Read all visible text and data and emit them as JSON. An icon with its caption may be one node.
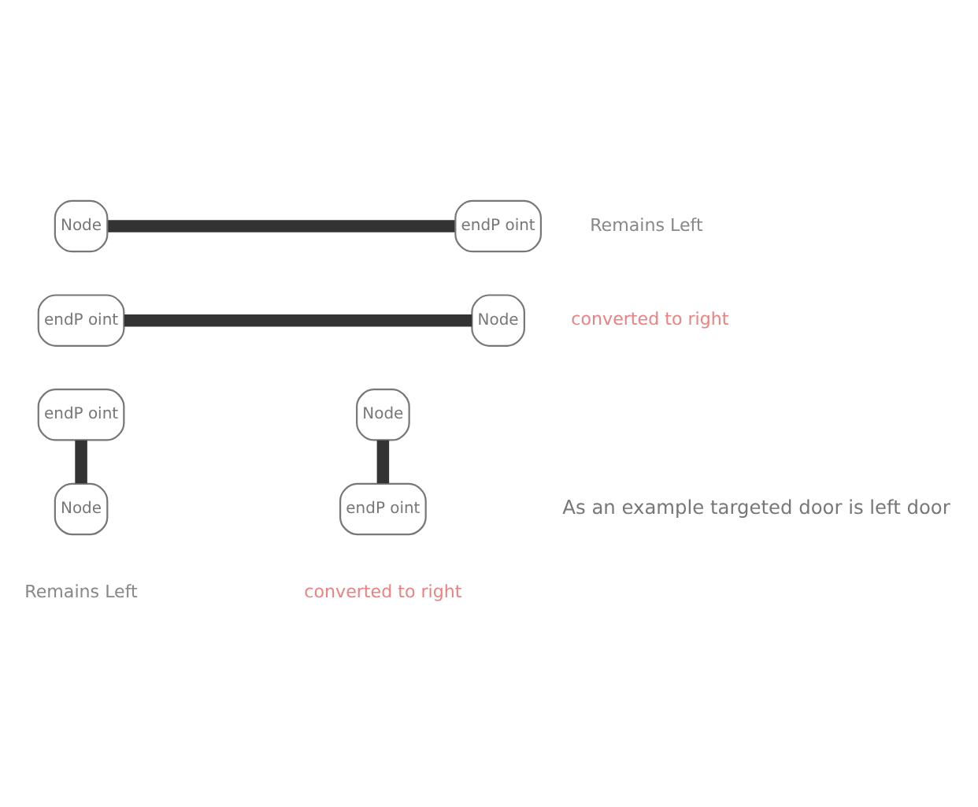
{
  "diagram": {
    "nodes": [
      {
        "text": [
          "Node"
        ]
      },
      {
        "text": [
          "endP oint"
        ],
        "beside": [
          "Remains Left"
        ]
      },
      {
        "text": [
          "endP oint"
        ]
      },
      {
        "text": [
          "Node"
        ],
        "beside": [
          "converted to right"
        ]
      },
      {
        "text": [
          "endP oint"
        ]
      },
      {
        "text": [
          "Node"
        ],
        "beside": [
          "Remains Left"
        ]
      },
      {
        "text": [
          "Node"
        ]
      },
      {
        "text": [
          "endP oint"
        ],
        "beside": [
          "converted to right"
        ]
      }
    ],
    "edges": [
      {
        "from": 0,
        "to": 1,
        "arrow": "none"
      },
      {
        "from": 2,
        "to": 3,
        "arrow": "none"
      },
      {
        "from": 4,
        "to": 5,
        "arrow": "none"
      },
      {
        "from": 6,
        "to": 7,
        "arrow": "none"
      }
    ],
    "labels": [
      "As an example targeted door is left door"
    ]
  }
}
